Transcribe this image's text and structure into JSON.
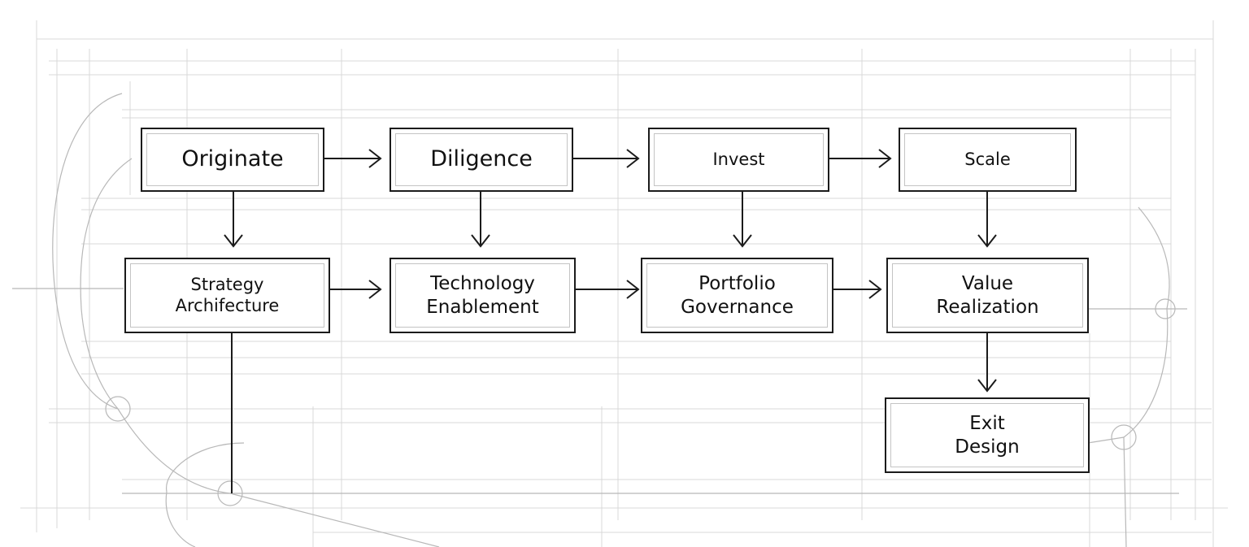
{
  "diagram": {
    "top_row": [
      {
        "id": "originate",
        "label": "Originate"
      },
      {
        "id": "diligence",
        "label": "Diligence"
      },
      {
        "id": "invest",
        "label": "Invest"
      },
      {
        "id": "scale",
        "label": "Scale"
      }
    ],
    "bottom_row": [
      {
        "id": "strategy",
        "line1": "Strategy",
        "line2": "Archifecture"
      },
      {
        "id": "technology",
        "line1": "Technology",
        "line2": "Enablement"
      },
      {
        "id": "portfolio",
        "line1": "Portfolio",
        "line2": "Governance"
      },
      {
        "id": "value",
        "line1": "Value",
        "line2": "Realization"
      }
    ],
    "exit": {
      "line1": "Exit",
      "line2": "Design"
    },
    "colors": {
      "stroke": "#1b1b1b",
      "grid": "#d6d6d6",
      "inner_border": "#c4c4c4"
    }
  }
}
